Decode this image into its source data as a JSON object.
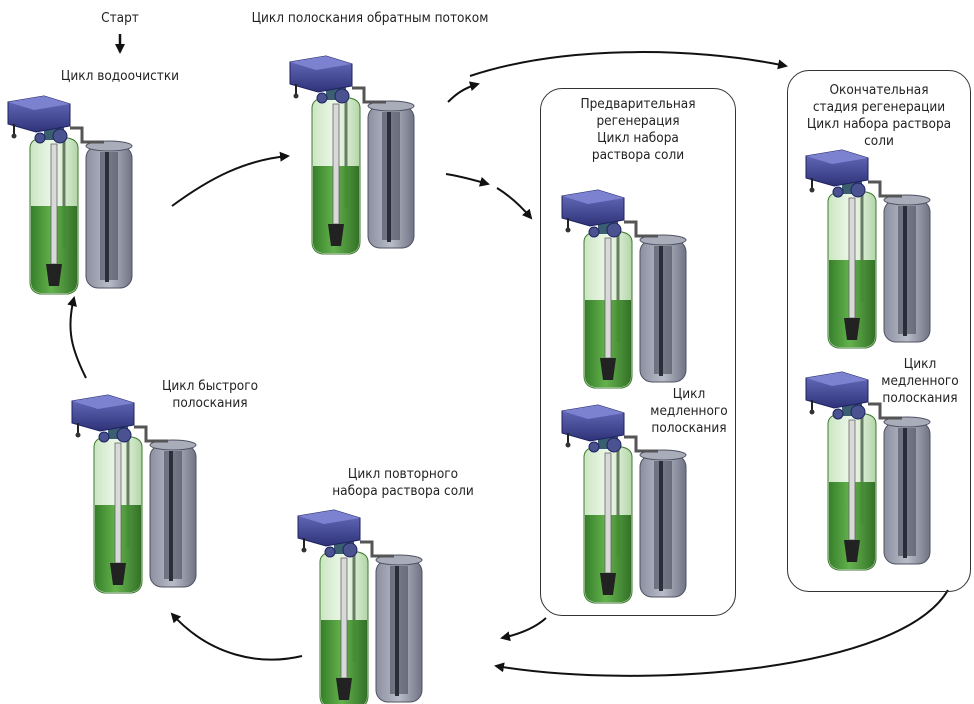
{
  "labels": {
    "start": "Старт",
    "service": "Цикл водоочистки",
    "backwash": "Цикл полоскания обратным потоком",
    "pre_regen": [
      "Предварительная",
      "регенерация",
      "Цикл набора",
      "раствора соли"
    ],
    "pre_slow_rinse": [
      "Цикл",
      "медленного",
      "полоскания"
    ],
    "final_regen": [
      "Окончательная",
      "стадия регенерации",
      "Цикл набора раствора",
      "соли"
    ],
    "final_slow_rinse": [
      "Цикл",
      "медленного",
      "полоскания"
    ],
    "brine_refill": [
      "Цикл повторного",
      "набора раствора соли"
    ],
    "fast_rinse": [
      "Цикл быстрого",
      "полоскания"
    ]
  },
  "colors": {
    "tank_green": "#4fa53a",
    "tank_green_dark": "#2f7a22",
    "valve_blue": "#3a3f8c",
    "brine_gray": "#6f7384",
    "arrow": "#111111"
  }
}
